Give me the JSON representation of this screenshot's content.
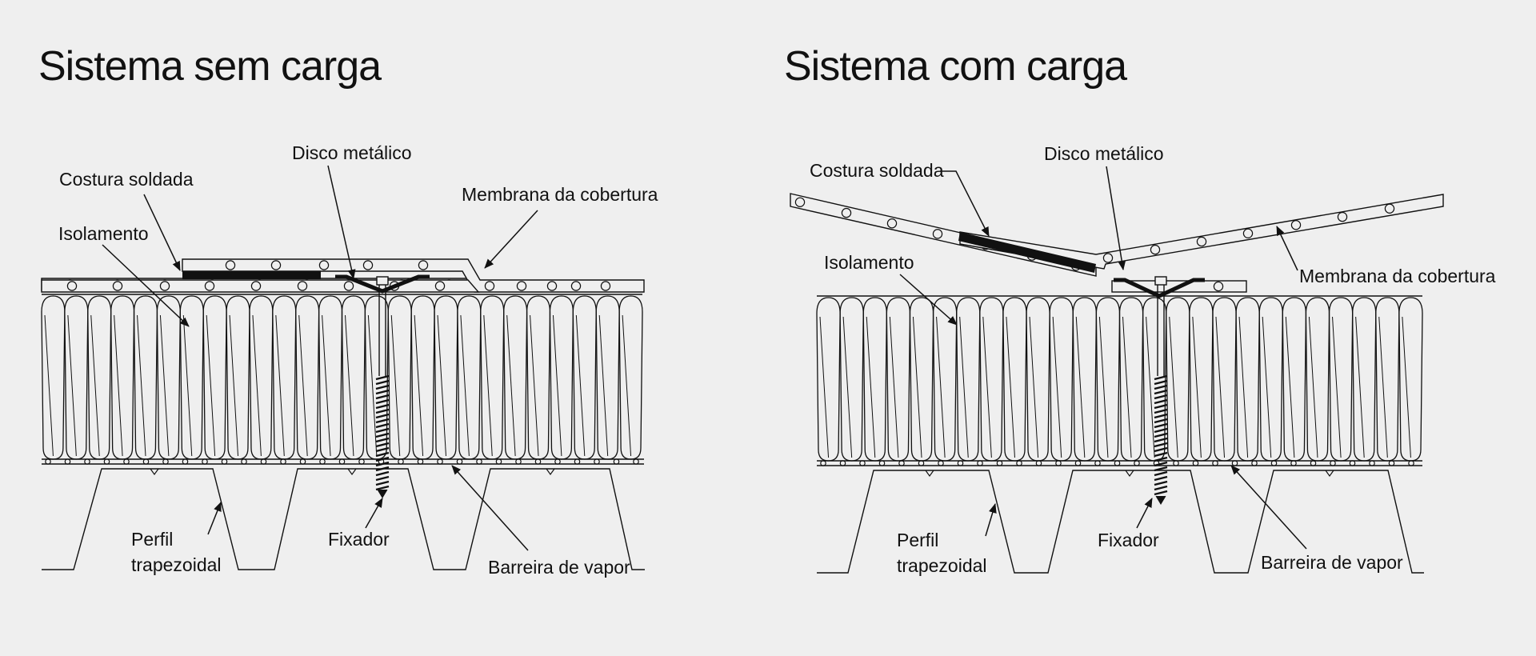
{
  "panels": {
    "left": {
      "title": "Sistema sem carga",
      "labels": {
        "seam": "Costura soldada",
        "disc": "Disco metálico",
        "membrane": "Membrana da cobertura",
        "insulation": "Isolamento",
        "profile_line1": "Perfil",
        "profile_line2": "trapezoidal",
        "fastener": "Fixador",
        "vapor": "Barreira de vapor"
      }
    },
    "right": {
      "title": "Sistema com carga",
      "labels": {
        "seam": "Costura soldada",
        "disc": "Disco metálico",
        "membrane": "Membrana da cobertura",
        "insulation": "Isolamento",
        "profile_line1": "Perfil",
        "profile_line2": "trapezoidal",
        "fastener": "Fixador",
        "vapor": "Barreira de vapor"
      }
    }
  },
  "colors": {
    "ink": "#111111",
    "background": "#efefef"
  }
}
